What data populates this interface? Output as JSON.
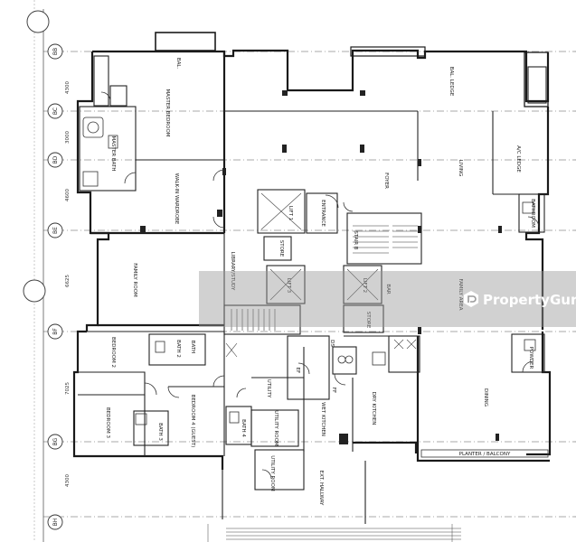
{
  "grid_lines": [
    {
      "id": "BB",
      "dim": "4300"
    },
    {
      "id": "BC",
      "dim": "3000"
    },
    {
      "id": "BD",
      "dim": "4600"
    },
    {
      "id": "BE",
      "dim": "6625"
    },
    {
      "id": "BF",
      "dim": "7025"
    },
    {
      "id": "BG",
      "dim": "4300"
    },
    {
      "id": "BH",
      "dim": ""
    }
  ],
  "rooms": {
    "master_bedroom": "MASTER BEDROOM",
    "master_bath": "MASTER BATH",
    "walk_in_wardrobe": "WALK-IN WARDROBE",
    "family_room": "FAMILY ROOM",
    "library_study": "LIBRARY/STUDY",
    "bedroom2": "BEDROOM 2",
    "bath2": "BATH 2",
    "bedroom3": "BEDROOM 3",
    "bath3": "BATH 3",
    "bedroom4": "BEDROOM 4 (GUEST)",
    "bath4": "BATH 4",
    "utility": "UTILITY",
    "utility_room": "UTILITY ROOM",
    "utility_room2": "UTILITY ROOM",
    "ext_hallway": "EXT. HALLWAY",
    "wet_kitchen": "WET KITCHEN",
    "dry_kitchen": "DRY KITCHEN",
    "dining": "DINING",
    "family_area": "FAMILY AREA",
    "bar": "BAR",
    "foyer": "FOYER",
    "living": "LIVING",
    "entrance": "ENTRANCE",
    "lift1": "LIFT 1",
    "lift2": "LIFT 2",
    "lift3": "LIFT 3",
    "stair_b": "STAIR B",
    "store": "STORE",
    "store2": "STORE",
    "guest_bath": "BATH",
    "balcony": "BAL.",
    "bal_ledge": "BAL. LEDGE",
    "aircon": "A/C LEDGE",
    "bathroom": "BATHROOM",
    "powder": "POWDER",
    "planter": "PLANTER / BALCONY",
    "ef": "EF",
    "ds": "DS",
    "ff": "FF"
  },
  "watermark": {
    "brand": "PropertyGuru",
    "accent": "#d03c2f"
  }
}
